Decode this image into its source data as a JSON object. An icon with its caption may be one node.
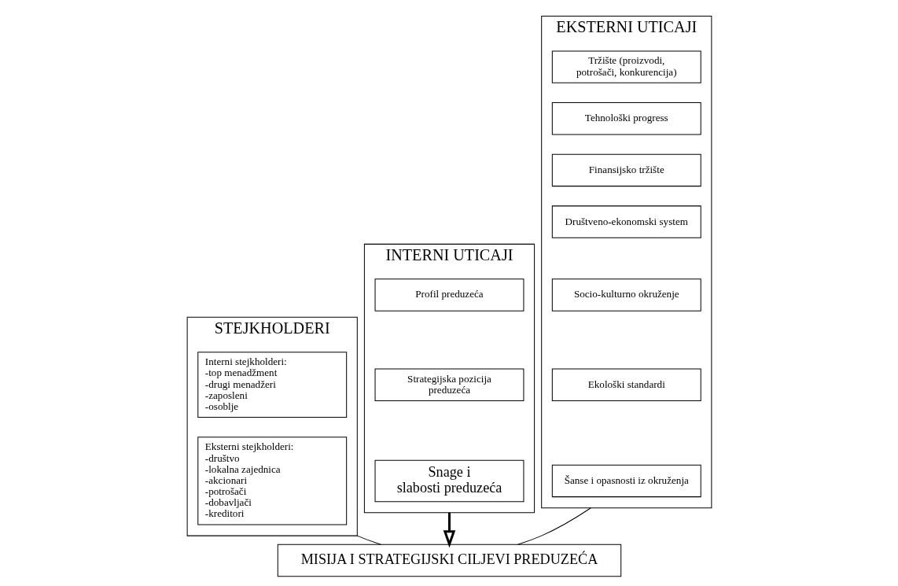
{
  "diagram": {
    "nodes": [
      {
        "text": [
          "STEJKHOLDERI"
        ]
      },
      {
        "text": [
          "Interni stejkholderi:",
          "-top menadžment",
          "-drugi menadžeri",
          "-zaposleni",
          "-osoblje"
        ],
        "in": 0
      },
      {
        "text": [
          "Eksterni stejkholderi:",
          "-društvo",
          "-lokalna zajednica",
          "-akcionari",
          "-potrošači",
          "-dobavljači",
          "-kreditori"
        ],
        "in": 0
      },
      {
        "text": [
          "INTERNI UTICAJI"
        ]
      },
      {
        "text": [
          "Profil preduzeća"
        ],
        "in": 3
      },
      {
        "text": [
          "Strategijska pozicija preduzeća"
        ],
        "in": 3
      },
      {
        "text": [
          "Snage i slabosti preduzeća"
        ],
        "in": 3
      },
      {
        "text": [
          "EKSTERNI UTICAJI"
        ]
      },
      {
        "text": [
          "Tržište (proizvodi, potrošači, konkurencija)"
        ],
        "in": 7
      },
      {
        "text": [
          "Tehnološki progress"
        ],
        "in": 7
      },
      {
        "text": [
          "Finansijsko tržište"
        ],
        "in": 7
      },
      {
        "text": [
          "Društveno-ekonomski system"
        ],
        "in": 7
      },
      {
        "text": [
          "Socio-kulturno okruženje"
        ],
        "in": 7
      },
      {
        "text": [
          "Ekološki standardi"
        ],
        "in": 7
      },
      {
        "text": [
          "Šanse i opasnosti iz okruženja"
        ],
        "in": 7
      },
      {
        "text": [
          "MISIJA I STRATEGIJSKI CILJEVI PREDUZEĆA"
        ]
      }
    ],
    "edges": [
      {
        "from": 0,
        "to": 15,
        "arrow": "none"
      },
      {
        "from": 3,
        "to": 15,
        "arrow": "to",
        "style": "thick"
      },
      {
        "from": 7,
        "to": 15,
        "arrow": "none"
      }
    ]
  }
}
